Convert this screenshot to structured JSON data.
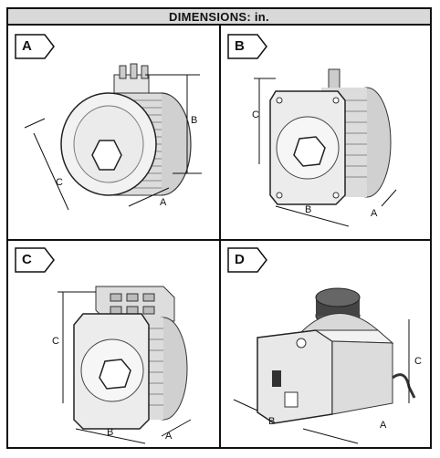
{
  "header": {
    "title": "DIMENSIONS: in."
  },
  "panels": [
    {
      "letter": "A",
      "dims": [
        "A",
        "B",
        "C"
      ]
    },
    {
      "letter": "B",
      "dims": [
        "A",
        "B",
        "C"
      ]
    },
    {
      "letter": "C",
      "dims": [
        "A",
        "B",
        "C"
      ]
    },
    {
      "letter": "D",
      "dims": [
        "A",
        "B",
        "C"
      ]
    }
  ]
}
